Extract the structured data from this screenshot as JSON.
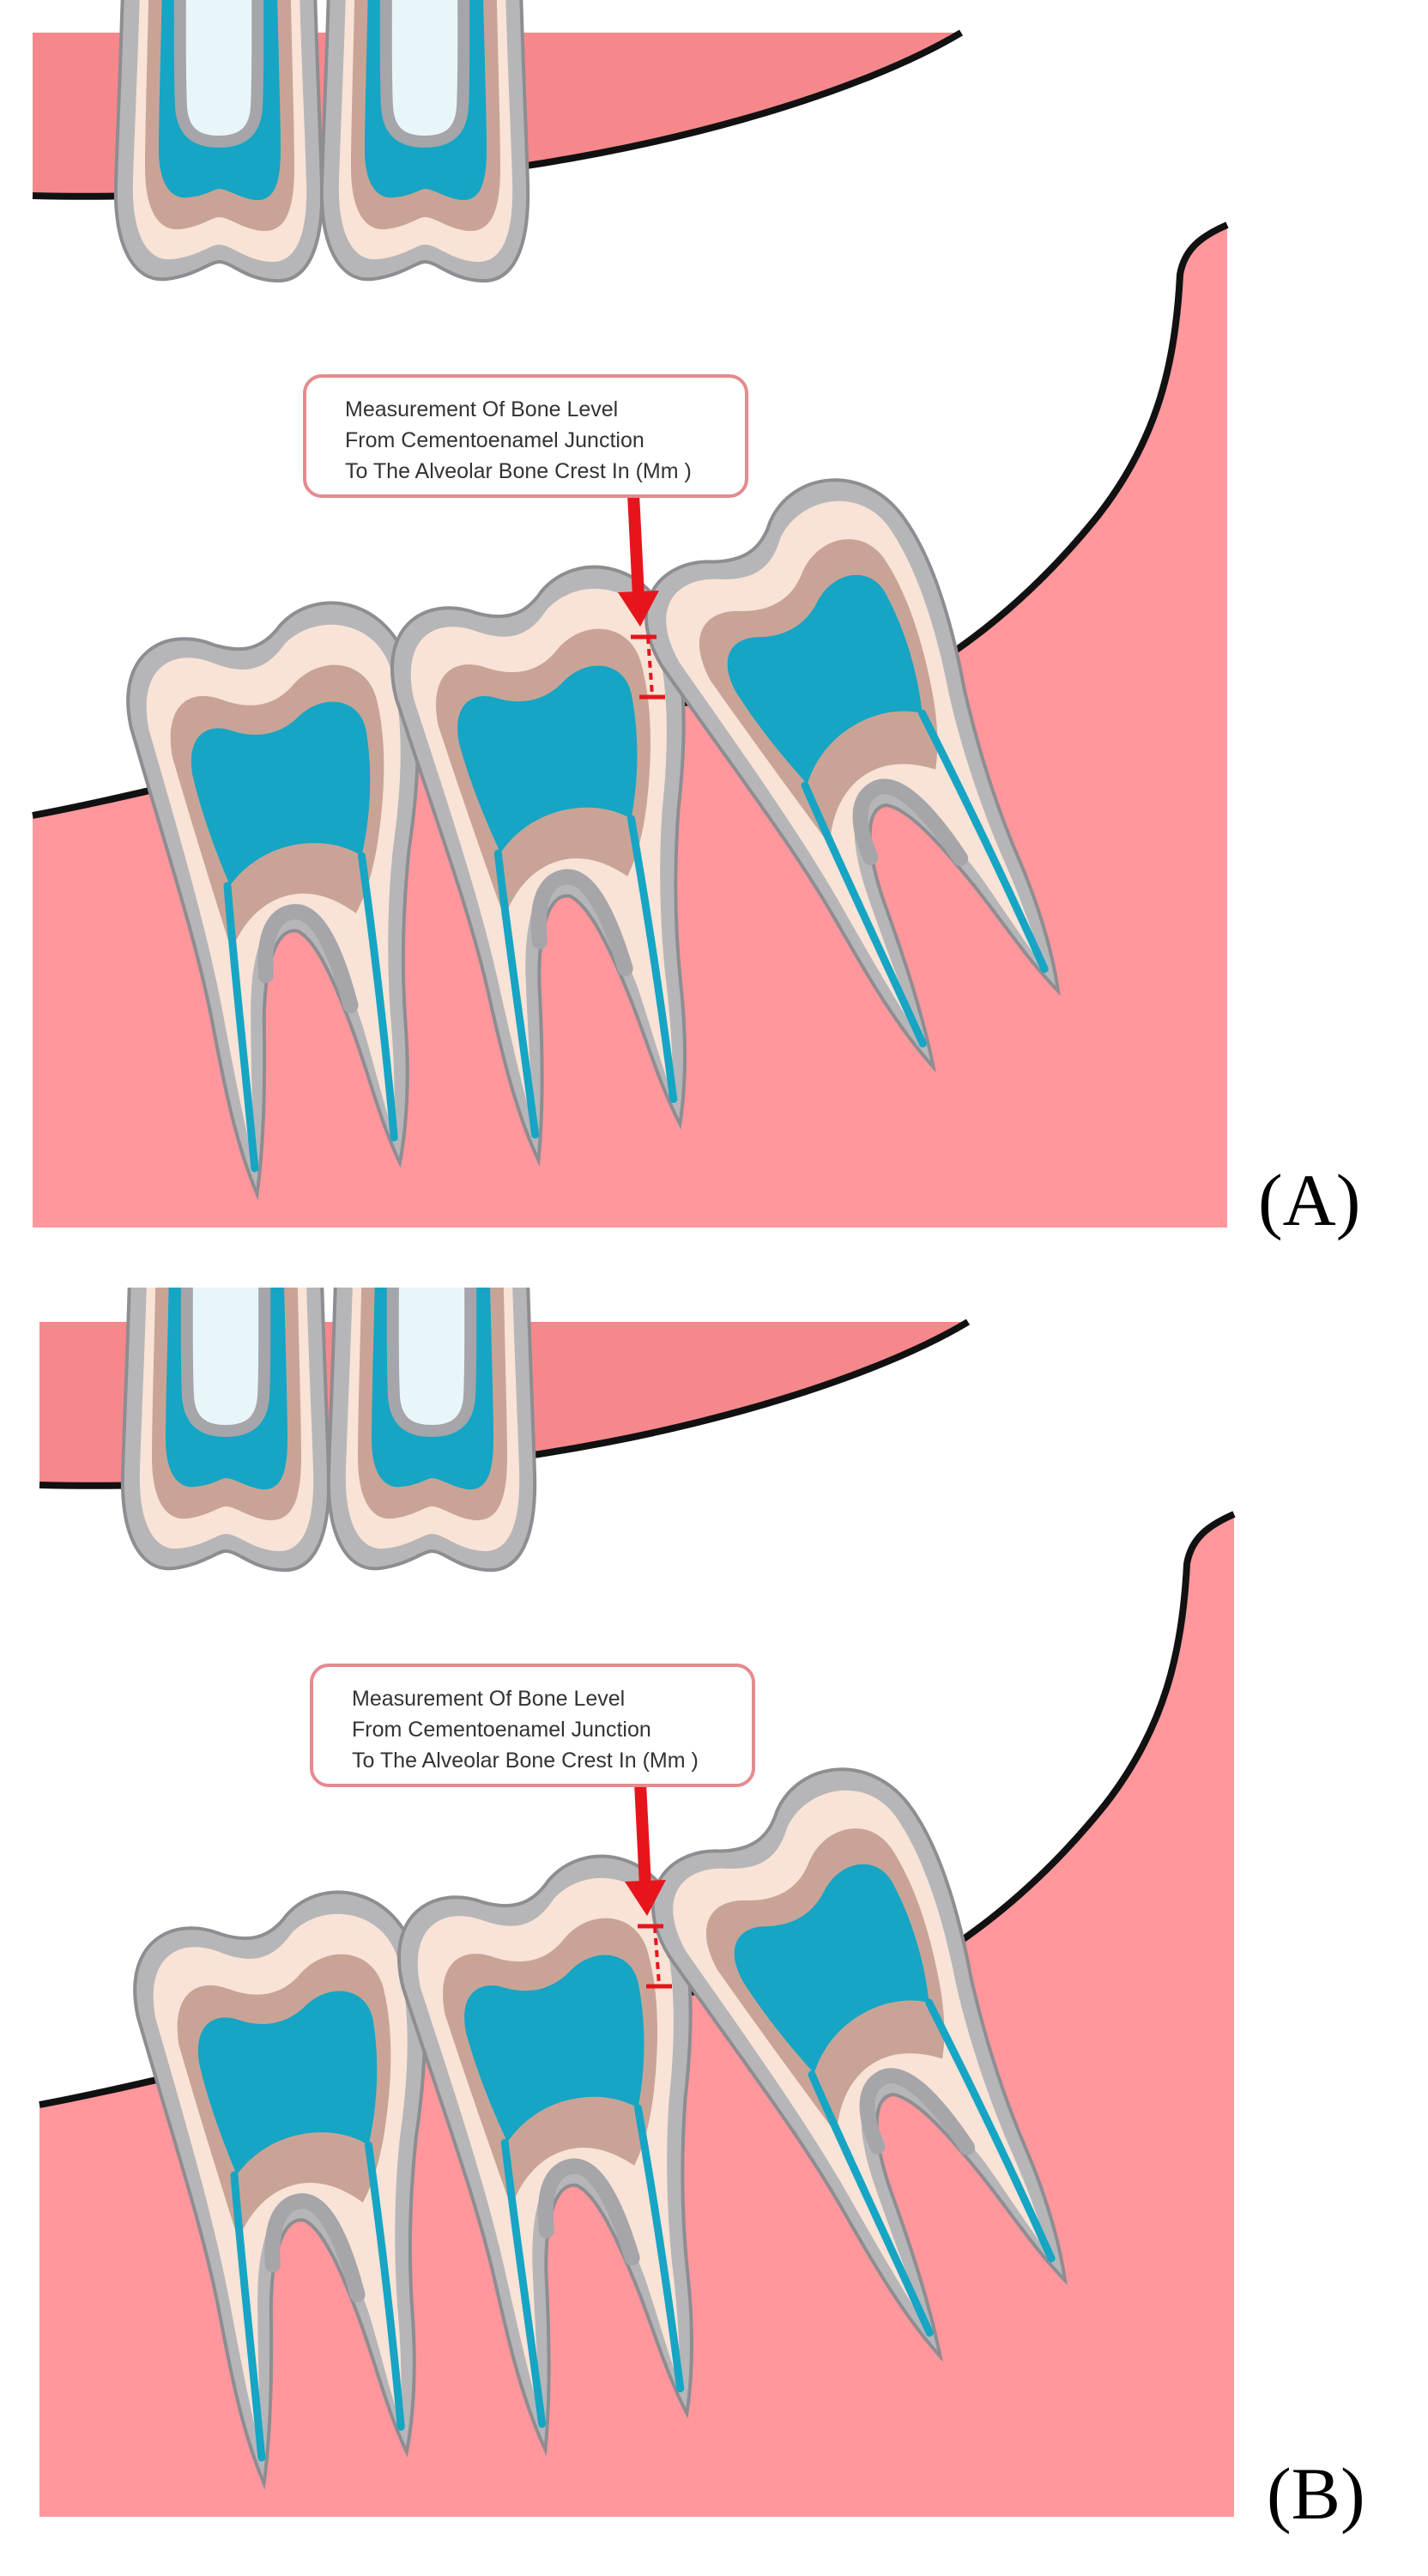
{
  "figure": {
    "panels": [
      {
        "label": "(A)",
        "callout": {
          "lines": [
            "Measurement Of Bone Level",
            "From Cementoenamel Junction",
            "To The Alveolar Bone Crest In (Mm )"
          ]
        }
      },
      {
        "label": "(B)",
        "callout": {
          "lines": [
            "Measurement Of Bone Level",
            "From Cementoenamel Junction",
            "To The Alveolar Bone Crest In (Mm )"
          ]
        }
      }
    ]
  },
  "colors": {
    "gum": "#ff979c",
    "gum_upper": "#f6888c",
    "outline": "#111111",
    "enamel": "#b6b6b9",
    "dentin": "#f8e3d6",
    "dentin_band": "#c9a496",
    "pulp": "#16a5c4",
    "arrow": "#e8141c",
    "callout_border": "#e58a8e"
  }
}
